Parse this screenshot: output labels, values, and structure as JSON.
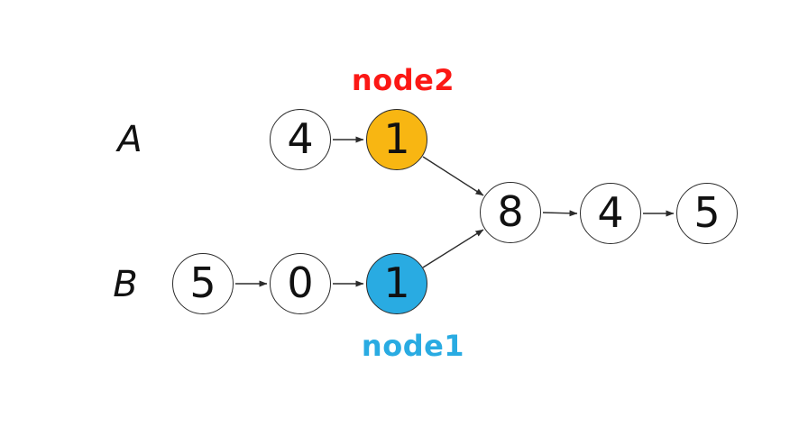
{
  "diagram": {
    "title_visible": false,
    "background": "#ffffff",
    "lists": [
      {
        "label": "A",
        "own_nodes": [
          "4",
          "1"
        ]
      },
      {
        "label": "B",
        "own_nodes": [
          "5",
          "0",
          "1"
        ]
      }
    ],
    "shared_tail_nodes": [
      "8",
      "4",
      "5"
    ],
    "nodes": [
      {
        "id": "a-0",
        "value": "4",
        "row": "A",
        "fill": "#ffffff"
      },
      {
        "id": "a-1",
        "value": "1",
        "row": "A",
        "fill": "#f8b612",
        "annotation": "node2"
      },
      {
        "id": "shared-0",
        "value": "8",
        "row": "shared",
        "fill": "#ffffff"
      },
      {
        "id": "shared-1",
        "value": "4",
        "row": "shared",
        "fill": "#ffffff"
      },
      {
        "id": "shared-2",
        "value": "5",
        "row": "shared",
        "fill": "#ffffff"
      },
      {
        "id": "b-0",
        "value": "5",
        "row": "B",
        "fill": "#ffffff"
      },
      {
        "id": "b-1",
        "value": "0",
        "row": "B",
        "fill": "#ffffff"
      },
      {
        "id": "b-2",
        "value": "1",
        "row": "B",
        "fill": "#29abe2",
        "annotation": "node1"
      }
    ],
    "edges": [
      {
        "from": "a-0",
        "to": "a-1"
      },
      {
        "from": "a-1",
        "to": "shared-0"
      },
      {
        "from": "b-0",
        "to": "b-1"
      },
      {
        "from": "b-1",
        "to": "b-2"
      },
      {
        "from": "b-2",
        "to": "shared-0"
      },
      {
        "from": "shared-0",
        "to": "shared-1"
      },
      {
        "from": "shared-1",
        "to": "shared-2"
      }
    ],
    "annotations": {
      "node2": {
        "text": "node2",
        "color": "#fb1815",
        "points_to": "a-1"
      },
      "node1": {
        "text": "node1",
        "color": "#29abe2",
        "points_to": "b-2"
      }
    },
    "colors": {
      "node2_fill": "#f8b612",
      "node1_fill": "#29abe2",
      "node_default_fill": "#ffffff",
      "node_stroke": "#2b2b2b",
      "arrow": "#2b2b2b",
      "text": "#111111"
    }
  }
}
